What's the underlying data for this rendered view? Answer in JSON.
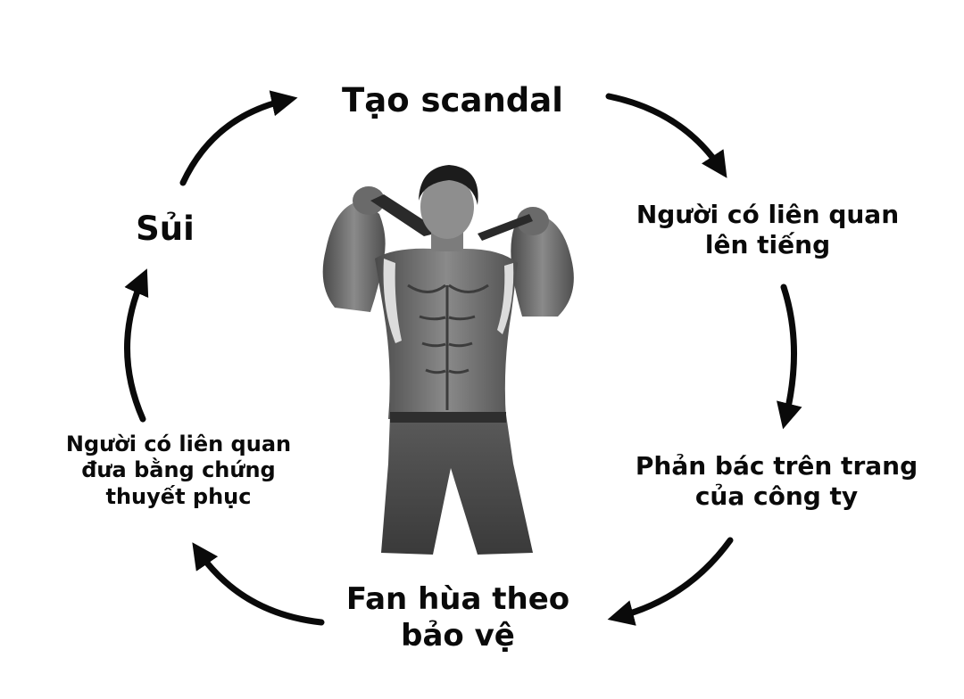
{
  "cycle": {
    "step_top": "Tạo scandal",
    "step_right_upper": [
      "Người có liên quan",
      "lên tiếng"
    ],
    "step_right_lower": [
      "Phản bác trên trang",
      "của công ty"
    ],
    "step_bottom": [
      "Fan hùa theo",
      "bảo vệ"
    ],
    "step_left_lower": [
      "Người có liên quan",
      "đưa bằng chứng",
      "thuyết phục"
    ],
    "step_left_upper": "Sủi"
  },
  "colors": {
    "ink": "#0a0a0a",
    "background": "#ffffff",
    "photo_tone": "grayscale"
  },
  "center_image": {
    "icon": "shirtless-man-figure",
    "style": "black-and-white photo cutout"
  }
}
